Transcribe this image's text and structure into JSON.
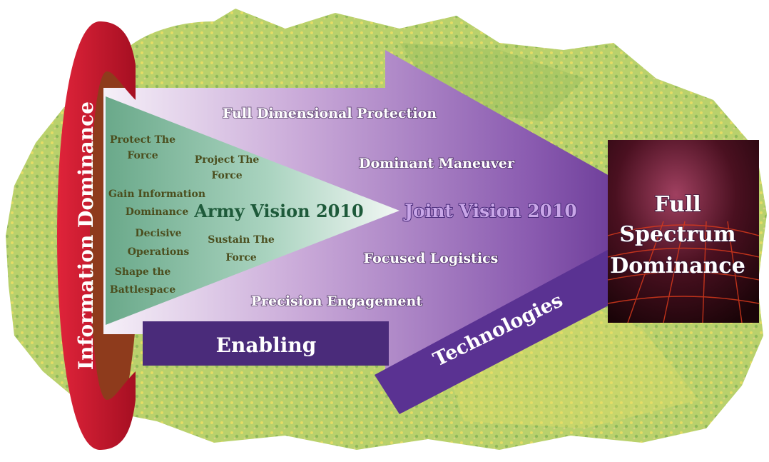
{
  "diagram": {
    "ring_label": "Information Dominance",
    "army_vision": {
      "title": "Army Vision 2010",
      "patterns": [
        "Protect The Force",
        "Project The Force",
        "Gain Information Dominance",
        "Decisive Operations",
        "Sustain The Force",
        "Shape the Battlespace"
      ]
    },
    "joint_vision": {
      "title": "Joint Vision 2010",
      "concepts": [
        "Full Dimensional Protection",
        "Dominant Maneuver",
        "Focused Logistics",
        "Precision Engagement"
      ]
    },
    "enabling_label": "Enabling",
    "technologies_label": "Technologies",
    "outcome_lines": [
      "Full",
      "Spectrum",
      "Dominance"
    ]
  },
  "colors": {
    "ring": "#c4142c",
    "ring_inner": "#8e3b1c",
    "arrow_dark": "#5a2a8a",
    "arrow_light": "#efe6f4",
    "triangle": "#7fb49a",
    "band": "#4a2b7a",
    "map_green": "#a8c868",
    "map_yellow": "#e6df6a",
    "outcome_bg": "#3a0a10",
    "outcome_grid": "#d83a1c"
  }
}
